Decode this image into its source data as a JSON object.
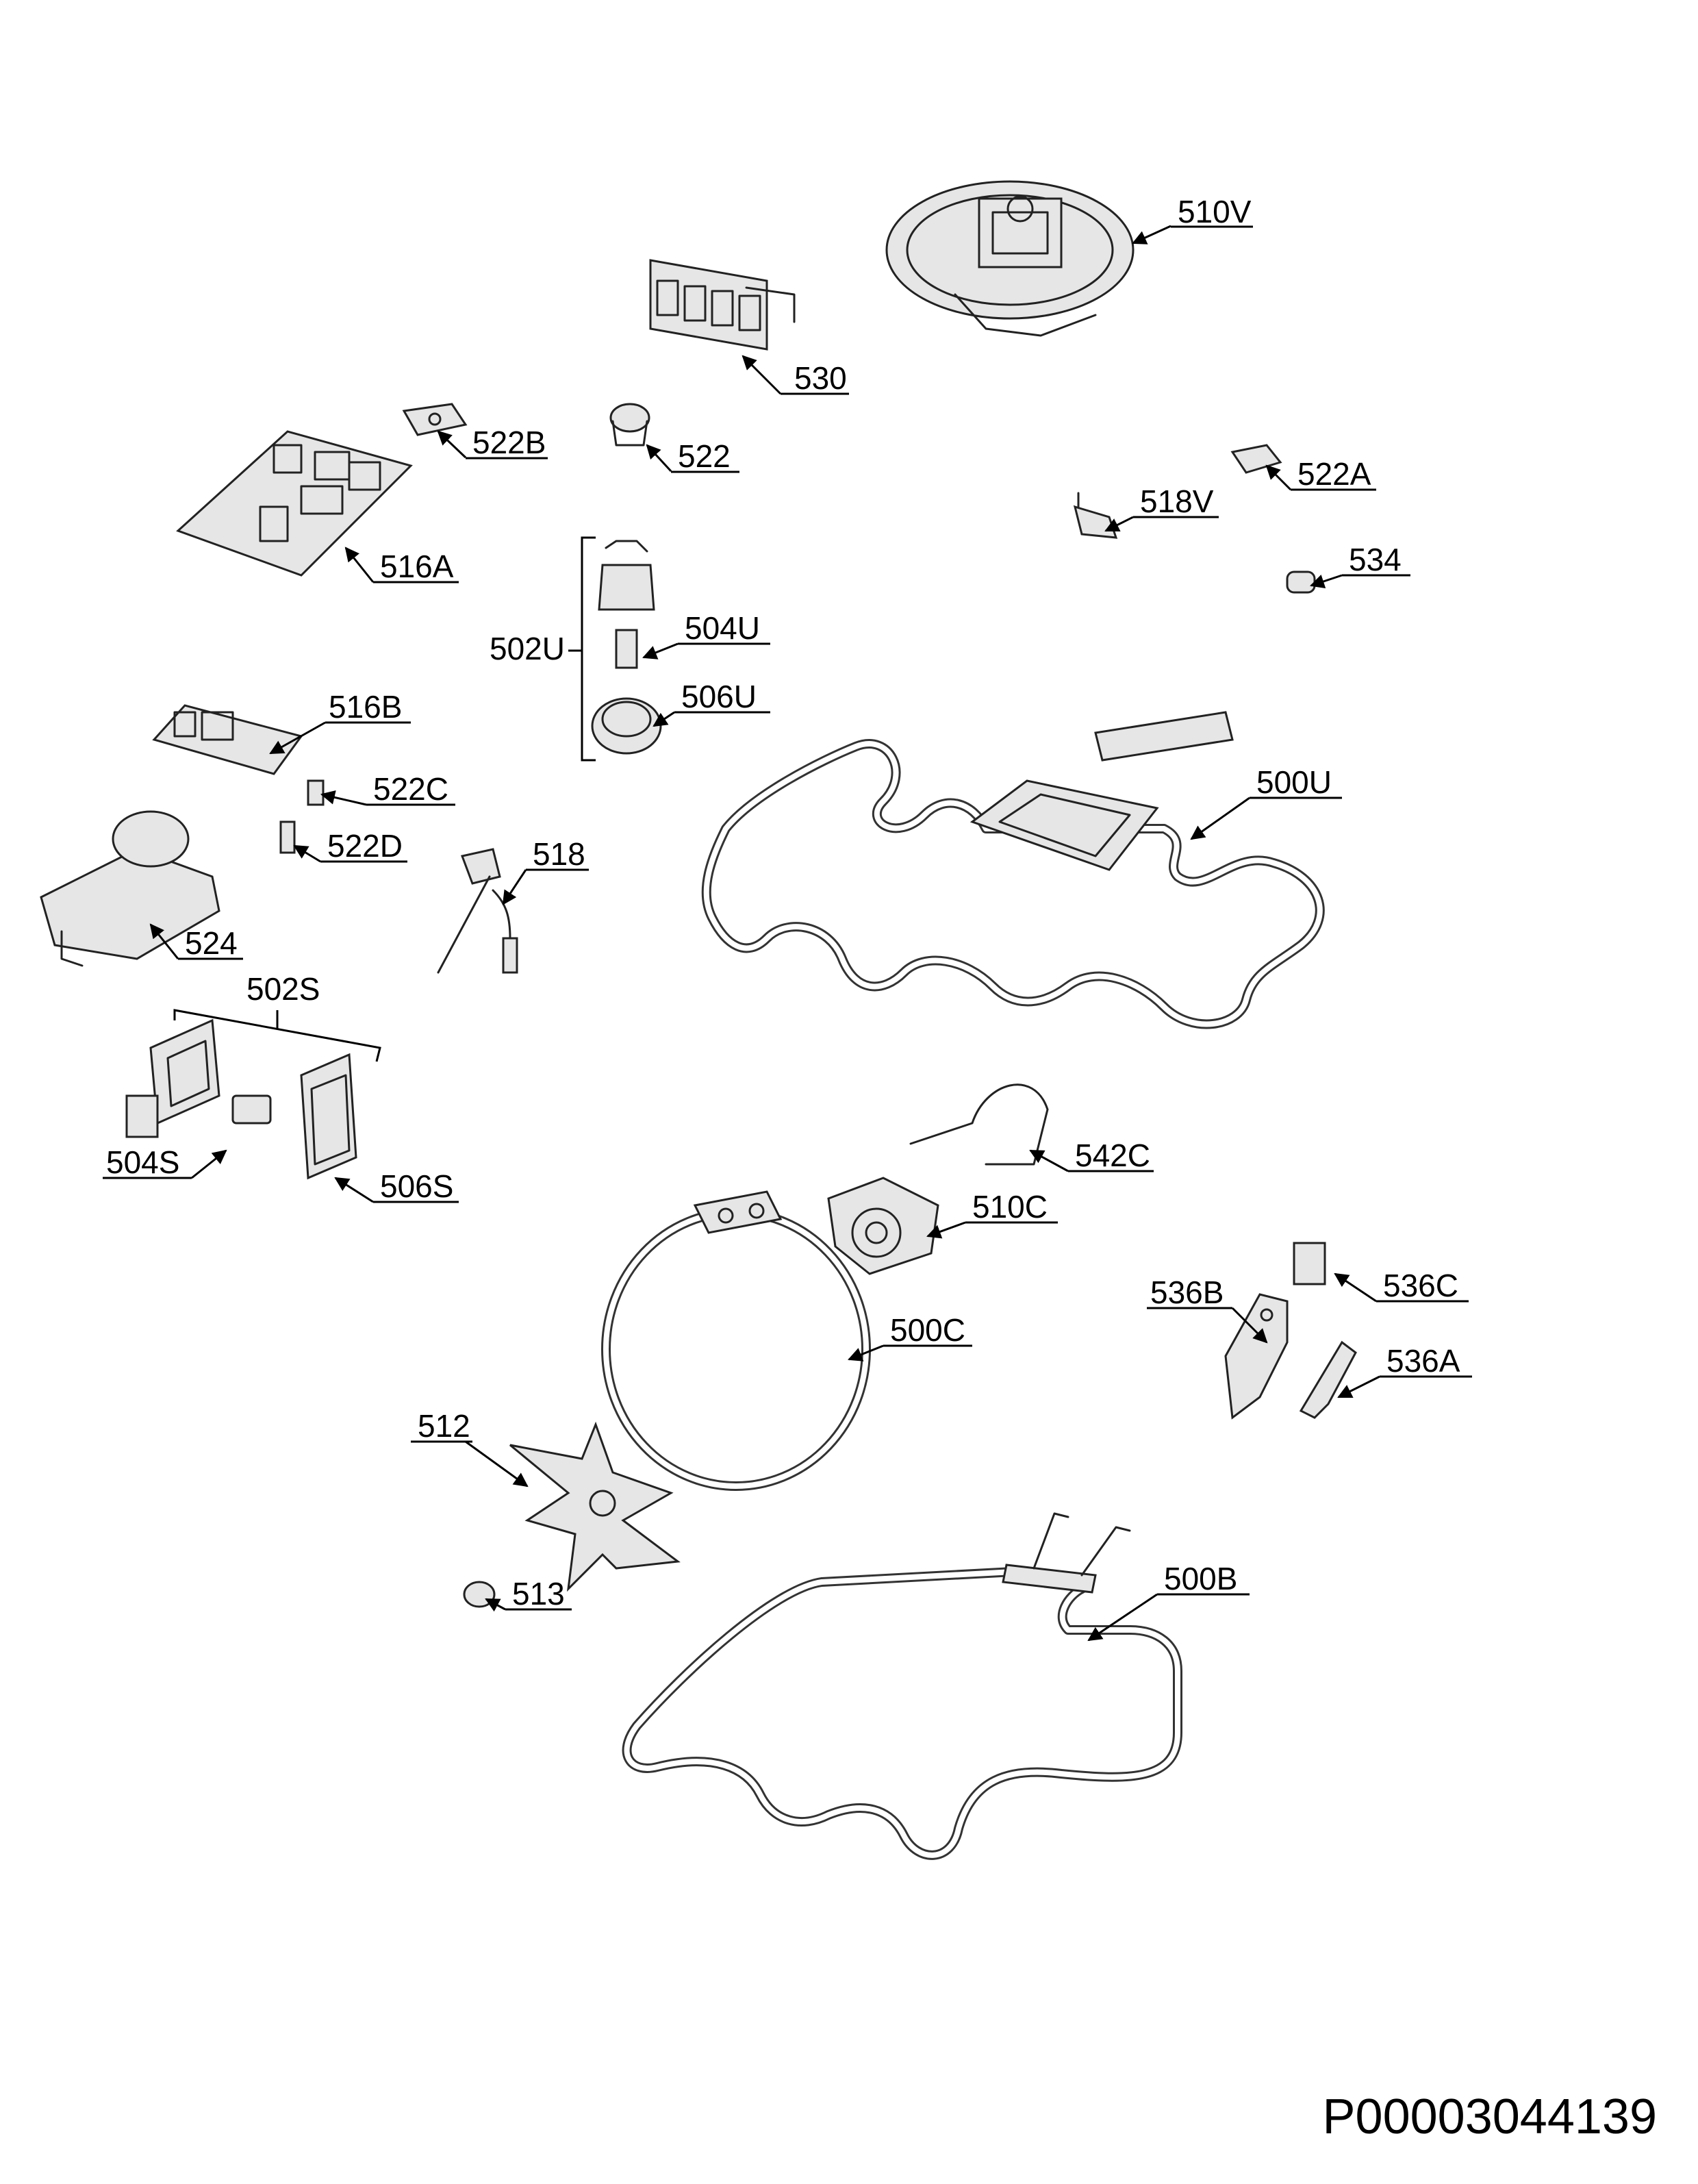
{
  "diagram_code": "P00003044139",
  "labels": {
    "p510V": "510V",
    "p530": "530",
    "p522B": "522B",
    "p522": "522",
    "p516A": "516A",
    "p522A": "522A",
    "p518V": "518V",
    "p534": "534",
    "p502U": "502U",
    "p504U": "504U",
    "p506U": "506U",
    "p516B": "516B",
    "p522C": "522C",
    "p522D": "522D",
    "p518": "518",
    "p500U": "500U",
    "p524": "524",
    "p502S": "502S",
    "p504S": "504S",
    "p506S": "506S",
    "p542C": "542C",
    "p510C": "510C",
    "p536B": "536B",
    "p536C": "536C",
    "p536A": "536A",
    "p500C": "500C",
    "p512": "512",
    "p513": "513",
    "p500B": "500B"
  }
}
